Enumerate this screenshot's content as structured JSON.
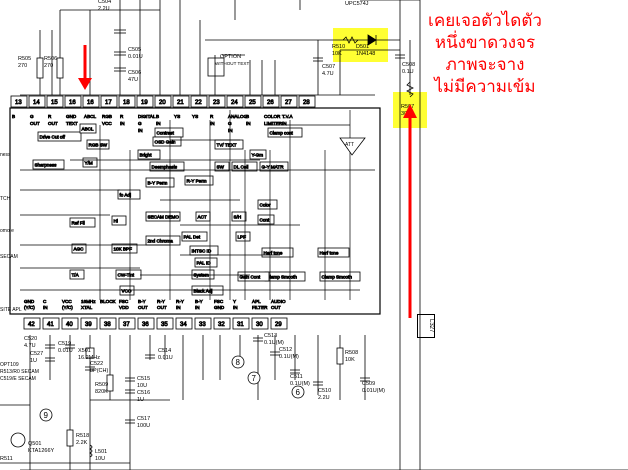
{
  "annotation": {
    "lines": [
      "เคยเจอตัวไดตัว",
      "หนึ่งขาดวงจร",
      "ภาพจะจาง",
      "ไม่มีความเข้ม"
    ],
    "color": "#ff0000",
    "highlight_color": "#ffff33"
  },
  "components": {
    "top": [
      {
        "ref": "C504",
        "value": "2.2U"
      },
      {
        "ref": "C505",
        "value": "0.01U"
      },
      {
        "ref": "C506",
        "value": "47U"
      },
      {
        "ref": "R505",
        "value": "270"
      },
      {
        "ref": "R506",
        "value": "270"
      },
      {
        "ref": "R510",
        "value": "10K"
      },
      {
        "ref": "D501",
        "value": "1N4148"
      },
      {
        "ref": "C507",
        "value": "4.7U"
      },
      {
        "ref": "C508",
        "value": "0.1U"
      },
      {
        "ref": "R507",
        "value": "300K"
      }
    ],
    "bottom": [
      {
        "ref": "C520",
        "value": "4.7U"
      },
      {
        "ref": "C527",
        "value": "1U"
      },
      {
        "ref": "C519",
        "value": "0.01U"
      },
      {
        "ref": "X501",
        "value": "16.2MHz"
      },
      {
        "ref": "C522",
        "value": "8P(CH)"
      },
      {
        "ref": "R509",
        "value": "820K"
      },
      {
        "ref": "C515",
        "value": "10U"
      },
      {
        "ref": "C516",
        "value": "1U"
      },
      {
        "ref": "C517",
        "value": "100U"
      },
      {
        "ref": "C514",
        "value": "0.01U"
      },
      {
        "ref": "C513",
        "value": "0.1U(M)"
      },
      {
        "ref": "C512",
        "value": "0.1U(M)"
      },
      {
        "ref": "C511",
        "value": "0.1U(M)"
      },
      {
        "ref": "R508",
        "value": "10K"
      },
      {
        "ref": "C510",
        "value": "2.2U"
      },
      {
        "ref": "C509",
        "value": "0.01U(M)"
      },
      {
        "ref": "R518",
        "value": "2.2K"
      },
      {
        "ref": "L501",
        "value": "10U"
      },
      {
        "ref": "Q501",
        "value": "KTA1266Y"
      },
      {
        "ref": "R511",
        "value": ""
      }
    ],
    "top_right_part": "UPC574J",
    "option_label": "OPTION",
    "option_sub": "WITHOUT TEXT"
  },
  "pins_top": [
    {
      "num": "13",
      "label": "B"
    },
    {
      "num": "14",
      "label": "G OUT"
    },
    {
      "num": "15",
      "label": "R OUT"
    },
    {
      "num": "16",
      "label": "GND TEXT"
    },
    {
      "num": "16",
      "label": "ABCL"
    },
    {
      "num": "17",
      "label": "RGB VCC"
    },
    {
      "num": "18",
      "label": "R IN"
    },
    {
      "num": "19",
      "label": "DIGITAL G IN"
    },
    {
      "num": "20",
      "label": "B IN"
    },
    {
      "num": "21",
      "label": "YS"
    },
    {
      "num": "22",
      "label": "YS"
    },
    {
      "num": "23",
      "label": "R IN"
    },
    {
      "num": "24",
      "label": "ANALOG G IN"
    },
    {
      "num": "25",
      "label": "B IN"
    },
    {
      "num": "26",
      "label": "COLOR LIMITER"
    },
    {
      "num": "27",
      "label": "T.V.A IN"
    },
    {
      "num": "28",
      "label": ""
    }
  ],
  "pins_bottom": [
    {
      "num": "42",
      "label": "GND (Y/C)"
    },
    {
      "num": "41",
      "label": "C IN"
    },
    {
      "num": "40",
      "label": "VCC (Y/C)"
    },
    {
      "num": "39",
      "label": "16MHz XTAL"
    },
    {
      "num": "38",
      "label": "BLOCK"
    },
    {
      "num": "37",
      "label": "FSC VDD"
    },
    {
      "num": "36",
      "label": "B-Y OUT"
    },
    {
      "num": "35",
      "label": "R-Y OUT"
    },
    {
      "num": "34",
      "label": "R-Y IN"
    },
    {
      "num": "33",
      "label": "B-Y IN"
    },
    {
      "num": "32",
      "label": "FSC GND"
    },
    {
      "num": "31",
      "label": "Y IN"
    },
    {
      "num": "30",
      "label": "APL FILTER"
    },
    {
      "num": "29",
      "label": "AUDIO OUT"
    }
  ],
  "blocks": [
    "Sharpness",
    "Y/M",
    "Deemphasis",
    "B-Y Perm",
    "R-Y Perm",
    "SW",
    "DL Cell",
    "Drive Cut off",
    "ABCL",
    "RGB SW",
    "Bright",
    "Contrast",
    "OSD Gain",
    "Clamp cont",
    "TV/ TEXT",
    "Y-Gm",
    "G-Y MATR",
    "Color",
    "Cont",
    "fo Adj",
    "SECAM DEMO",
    "ACT",
    "S/H",
    "Hi",
    "Ref Fil",
    "2nd Chroma",
    "PAL Det",
    "INTSC ID",
    "LPF",
    "Harf tone",
    "Harf tone",
    "Clamp Smooth",
    "Clamp Smooth",
    "10K BPF",
    "AGC",
    "Gain Cont",
    "System",
    "PAL ID",
    "CW-Tint",
    "VCO",
    "Black Adj",
    "T/A",
    "ATT"
  ],
  "left_labels": [
    "ness",
    "TCH",
    "omo e",
    "SECAM",
    "SITE APL"
  ],
  "bottom_labels": [
    "OPT109",
    "R513/R0 SECAM",
    "C519/E SECAM"
  ],
  "circled": [
    "8",
    "7",
    "6",
    "9"
  ],
  "side_tag": "L327"
}
